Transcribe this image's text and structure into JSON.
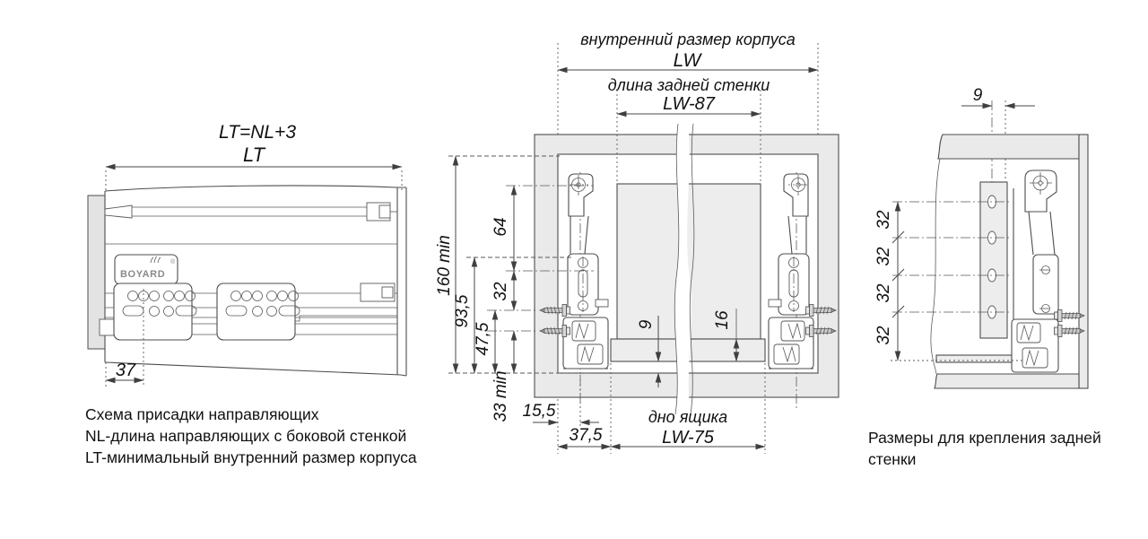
{
  "colors": {
    "line": "#4d4d4d",
    "dimension": "#474747",
    "text": "#111111",
    "fill_light": "#eaeaea",
    "fill_panel": "#ededed",
    "background": "#ffffff"
  },
  "left_view": {
    "formula": "LT=NL+3",
    "dim_lt": "LT",
    "dim_37": "37",
    "logo": {
      "brand": "BOYARD",
      "registered": "®"
    },
    "caption_lines": [
      "Схема присадки направляющих",
      "NL-длина направляющих с боковой стенкой",
      "LT-минимальный внутренний размер корпуса"
    ]
  },
  "middle_view": {
    "title_inner_width": "внутренний размер корпуса",
    "dim_lw": "LW",
    "title_back_wall": "длина задней стенки",
    "dim_lw_87": "LW-87",
    "dim_160_min": "160 min",
    "dim_64": "64",
    "dim_32": "32",
    "dim_93_5": "93,5",
    "dim_47_5": "47,5",
    "dim_33_min": "33 min",
    "dim_15_5": "15,5",
    "dim_37_5": "37,5",
    "dim_9": "9",
    "dim_16": "16",
    "label_drawer_bottom": "дно ящика",
    "dim_lw_75": "LW-75"
  },
  "right_view": {
    "dim_9": "9",
    "dim_32_chain": [
      "32",
      "32",
      "32",
      "32"
    ],
    "caption_lines": [
      "Размеры для крепления задней",
      "стенки"
    ]
  }
}
